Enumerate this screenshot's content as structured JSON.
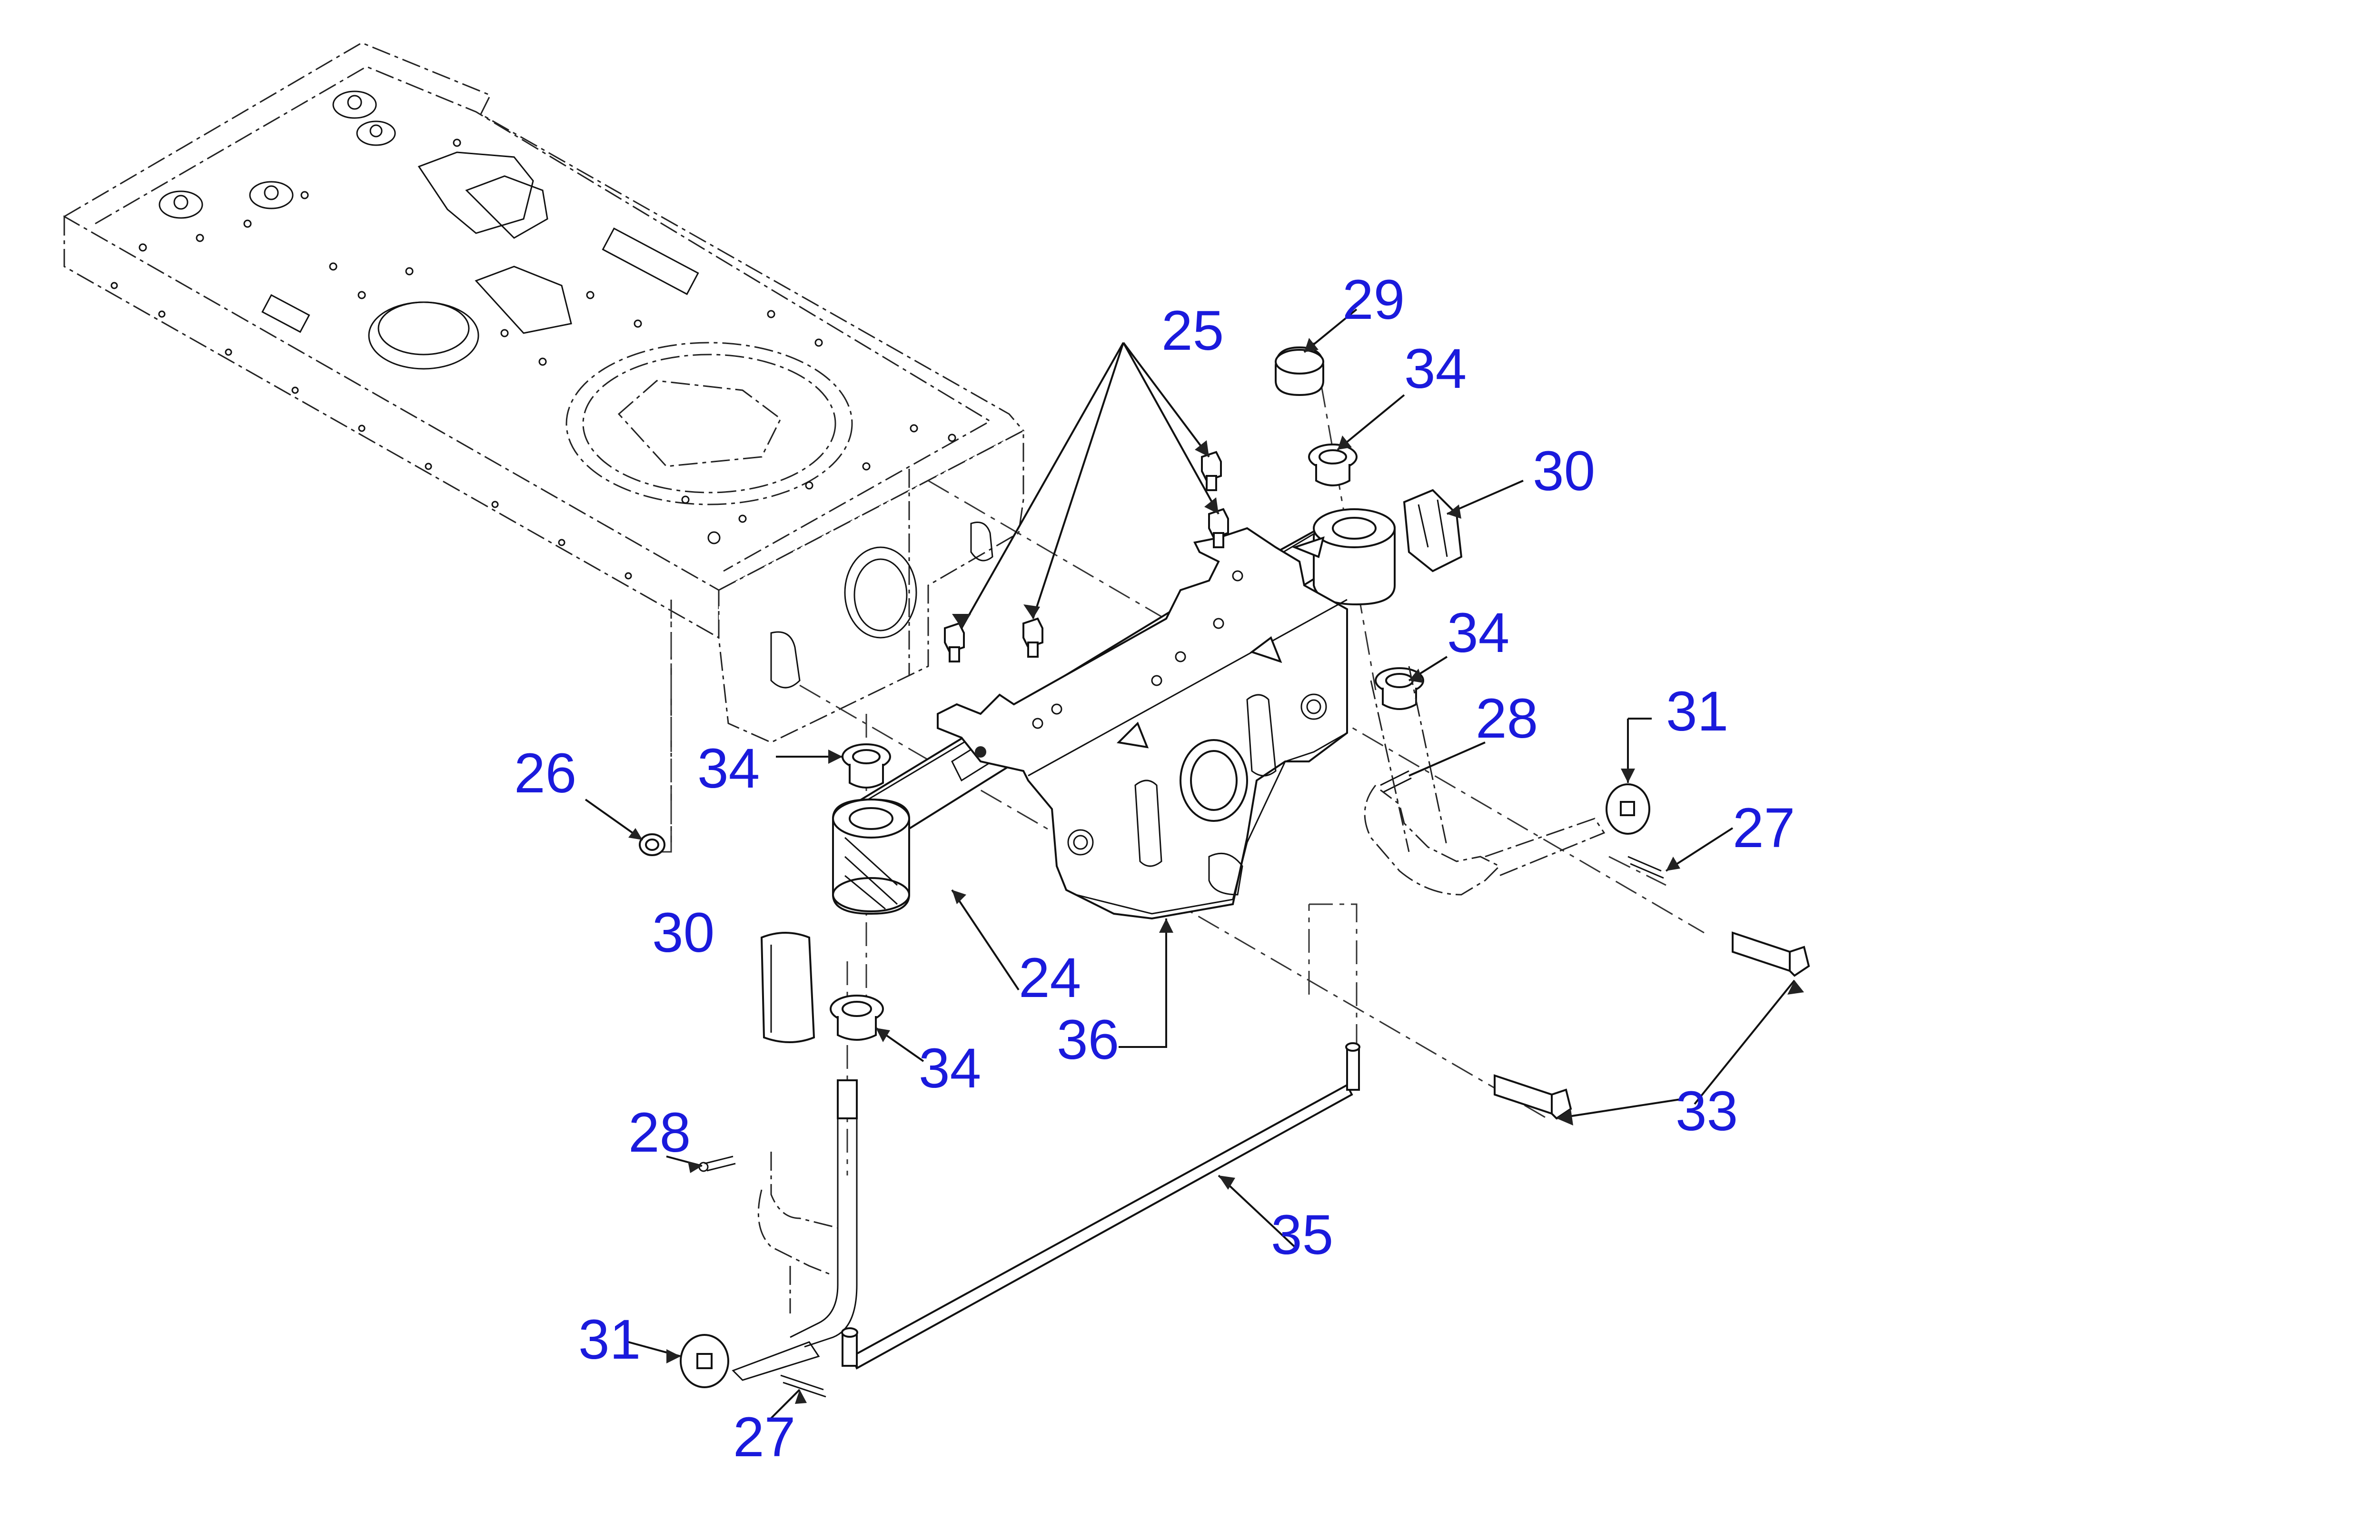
{
  "diagram": {
    "callouts": [
      {
        "id": "c24",
        "label": "24"
      },
      {
        "id": "c25",
        "label": "25"
      },
      {
        "id": "c26",
        "label": "26"
      },
      {
        "id": "c27a",
        "label": "27"
      },
      {
        "id": "c27b",
        "label": "27"
      },
      {
        "id": "c28a",
        "label": "28"
      },
      {
        "id": "c28b",
        "label": "28"
      },
      {
        "id": "c29",
        "label": "29"
      },
      {
        "id": "c30a",
        "label": "30"
      },
      {
        "id": "c30b",
        "label": "30"
      },
      {
        "id": "c31a",
        "label": "31"
      },
      {
        "id": "c31b",
        "label": "31"
      },
      {
        "id": "c33",
        "label": "33"
      },
      {
        "id": "c34a",
        "label": "34"
      },
      {
        "id": "c34b",
        "label": "34"
      },
      {
        "id": "c34c",
        "label": "34"
      },
      {
        "id": "c34d",
        "label": "34"
      },
      {
        "id": "c35",
        "label": "35"
      },
      {
        "id": "c36",
        "label": "36"
      }
    ],
    "label_color": "#1a1adc",
    "line_color": "#111111"
  }
}
